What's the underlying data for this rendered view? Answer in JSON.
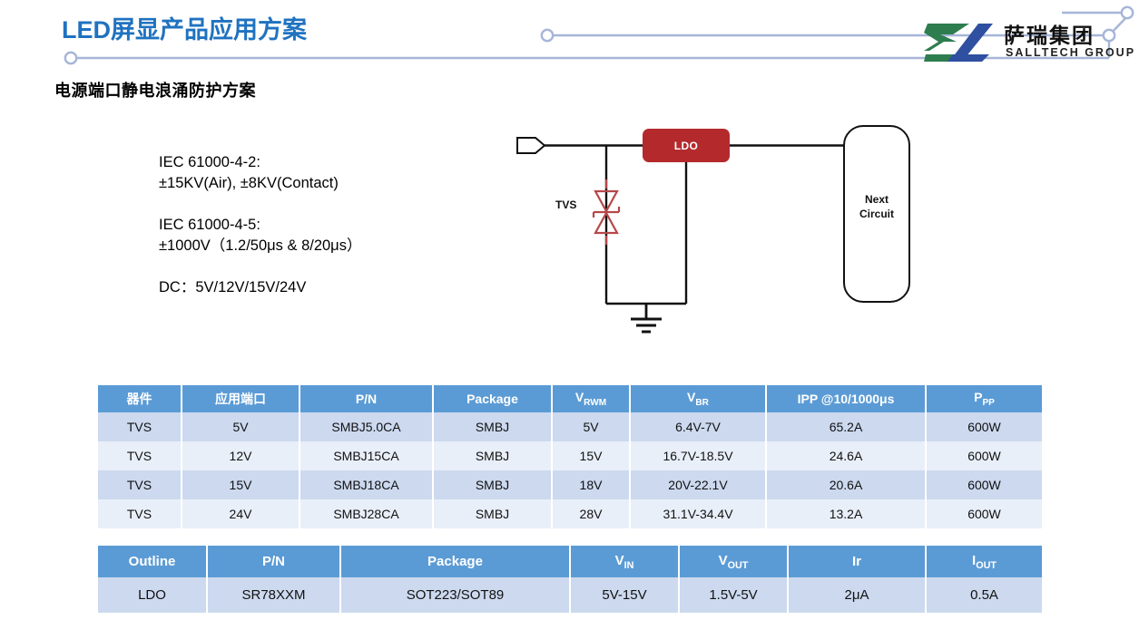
{
  "header": {
    "title": "LED屏显产品应用方案",
    "subtitle": "电源端口静电浪涌防护方案",
    "title_color": "#1f72c0",
    "deco_color": "#a6b5d8"
  },
  "logo": {
    "cn_name": "萨瑞集团",
    "en_name": "SALLTECH GROUP",
    "green": "#2e7d4f",
    "blue": "#2f4fa0"
  },
  "specs": [
    {
      "lines": [
        "IEC 61000-4-2:",
        "±15KV(Air), ±8KV(Contact)"
      ]
    },
    {
      "lines": [
        "IEC 61000-4-5:",
        "±1000V（1.2/50μs & 8/20μs）"
      ]
    },
    {
      "lines": [
        "DC：5V/12V/15V/24V"
      ]
    }
  ],
  "circuit": {
    "ldo_label": "LDO",
    "ldo_color": "#b42a2c",
    "next_circuit_label": "Next\nCircuit",
    "next_circuit_line1": "Next",
    "next_circuit_line2": "Circuit",
    "tvs_label": "TVS",
    "tvs_color": "#b5484a",
    "wire_color": "#111111"
  },
  "table1": {
    "header_color": "#5b9bd5",
    "columns": [
      {
        "label": "器件",
        "sub": ""
      },
      {
        "label": "应用端口",
        "sub": ""
      },
      {
        "label": "P/N",
        "sub": ""
      },
      {
        "label": "Package",
        "sub": ""
      },
      {
        "label": "V",
        "sub": "RWM"
      },
      {
        "label": "V",
        "sub": "BR"
      },
      {
        "label": "IPP @10/1000μs",
        "sub": ""
      },
      {
        "label": "P",
        "sub": "PP"
      }
    ],
    "rows": [
      [
        "TVS",
        "5V",
        "SMBJ5.0CA",
        "SMBJ",
        "5V",
        "6.4V-7V",
        "65.2A",
        "600W"
      ],
      [
        "TVS",
        "12V",
        "SMBJ15CA",
        "SMBJ",
        "15V",
        "16.7V-18.5V",
        "24.6A",
        "600W"
      ],
      [
        "TVS",
        "15V",
        "SMBJ18CA",
        "SMBJ",
        "18V",
        "20V-22.1V",
        "20.6A",
        "600W"
      ],
      [
        "TVS",
        "24V",
        "SMBJ28CA",
        "SMBJ",
        "28V",
        "31.1V-34.4V",
        "13.2A",
        "600W"
      ]
    ]
  },
  "table2": {
    "header_color": "#5b9bd5",
    "columns": [
      {
        "label": "Outline",
        "sub": ""
      },
      {
        "label": "P/N",
        "sub": ""
      },
      {
        "label": "Package",
        "sub": ""
      },
      {
        "label": "V",
        "sub": "IN"
      },
      {
        "label": "V",
        "sub": "OUT"
      },
      {
        "label": "Ir",
        "sub": ""
      },
      {
        "label": "I",
        "sub": "OUT"
      }
    ],
    "rows": [
      [
        "LDO",
        "SR78XXM",
        "SOT223/SOT89",
        "5V-15V",
        "1.5V-5V",
        "2μA",
        "0.5A"
      ]
    ]
  }
}
